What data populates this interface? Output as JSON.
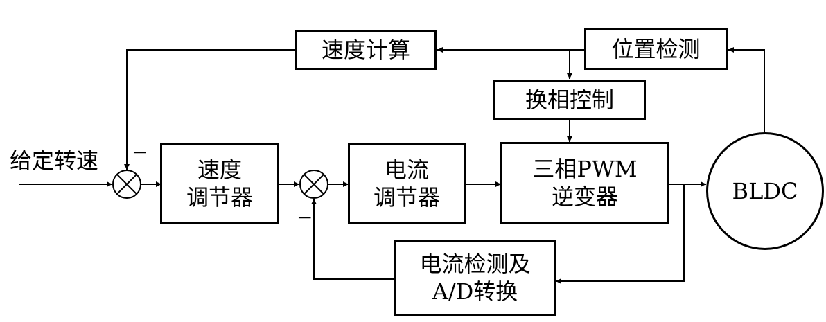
{
  "input_label": "给定转速",
  "blocks": {
    "speed_calc": "速度计算",
    "position_detect": "位置检测",
    "commutation": "换相控制",
    "speed_reg": [
      "速度",
      "调节器"
    ],
    "current_reg": [
      "电流",
      "调节器"
    ],
    "inverter": [
      "三相PWM",
      "逆变器"
    ],
    "current_detect": [
      "电流检测及",
      "A/D转换"
    ],
    "motor": "BLDC"
  },
  "signs": {
    "speed_feedback": "−",
    "current_feedback": "−"
  }
}
